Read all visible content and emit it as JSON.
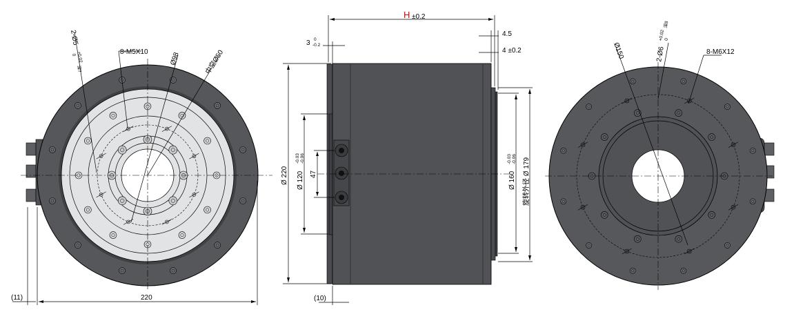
{
  "colors": {
    "housing_dark": "#4e5054",
    "housing_mid": "#5d5f63",
    "face_light": "#e2e3e5",
    "hole_fill": "#c9cbce",
    "dimension_red": "#e00000"
  },
  "front_view": {
    "overall_width": "220",
    "connector_offset": "(11)",
    "callout_mount_holes": "8-M5X10",
    "callout_pin_holes": "2-Ø5",
    "callout_pin_tol_upper": "+0.02",
    "callout_pin_tol_lower": "0",
    "callout_pin_depth": "深7",
    "callout_pitch_diameter": "Ø98",
    "callout_hollow_bore": "中空Ø50"
  },
  "side_view": {
    "length_label": "H",
    "length_tolerance": "±0.2",
    "flange_thickness": "3",
    "flange_tol_upper": "0",
    "flange_tol_lower": "-0.2",
    "rotor_clearance": "4.5",
    "rotor_step": "4 ±0.2",
    "outer_diameter": "Ø 220",
    "pilot_diameter": "Ø 120",
    "pilot_tol_upper": "-0.03",
    "pilot_tol_lower": "-0.06",
    "connector_span": "47",
    "rotor_pilot_diameter": "Ø 160",
    "rotor_pilot_tol_upper": "-0.03",
    "rotor_pilot_tol_lower": "-0.06",
    "rotating_outer_diameter": "旋转外径 Ø 179",
    "connector_protrusion": "(10)"
  },
  "rear_view": {
    "callout_pitch_diameter": "Ø150",
    "callout_pin_holes": "2-Ø6",
    "callout_pin_tol_upper": "+0.02",
    "callout_pin_tol_lower": "0",
    "callout_pin_depth": "深8",
    "callout_mount_holes": "8-M6X12"
  }
}
